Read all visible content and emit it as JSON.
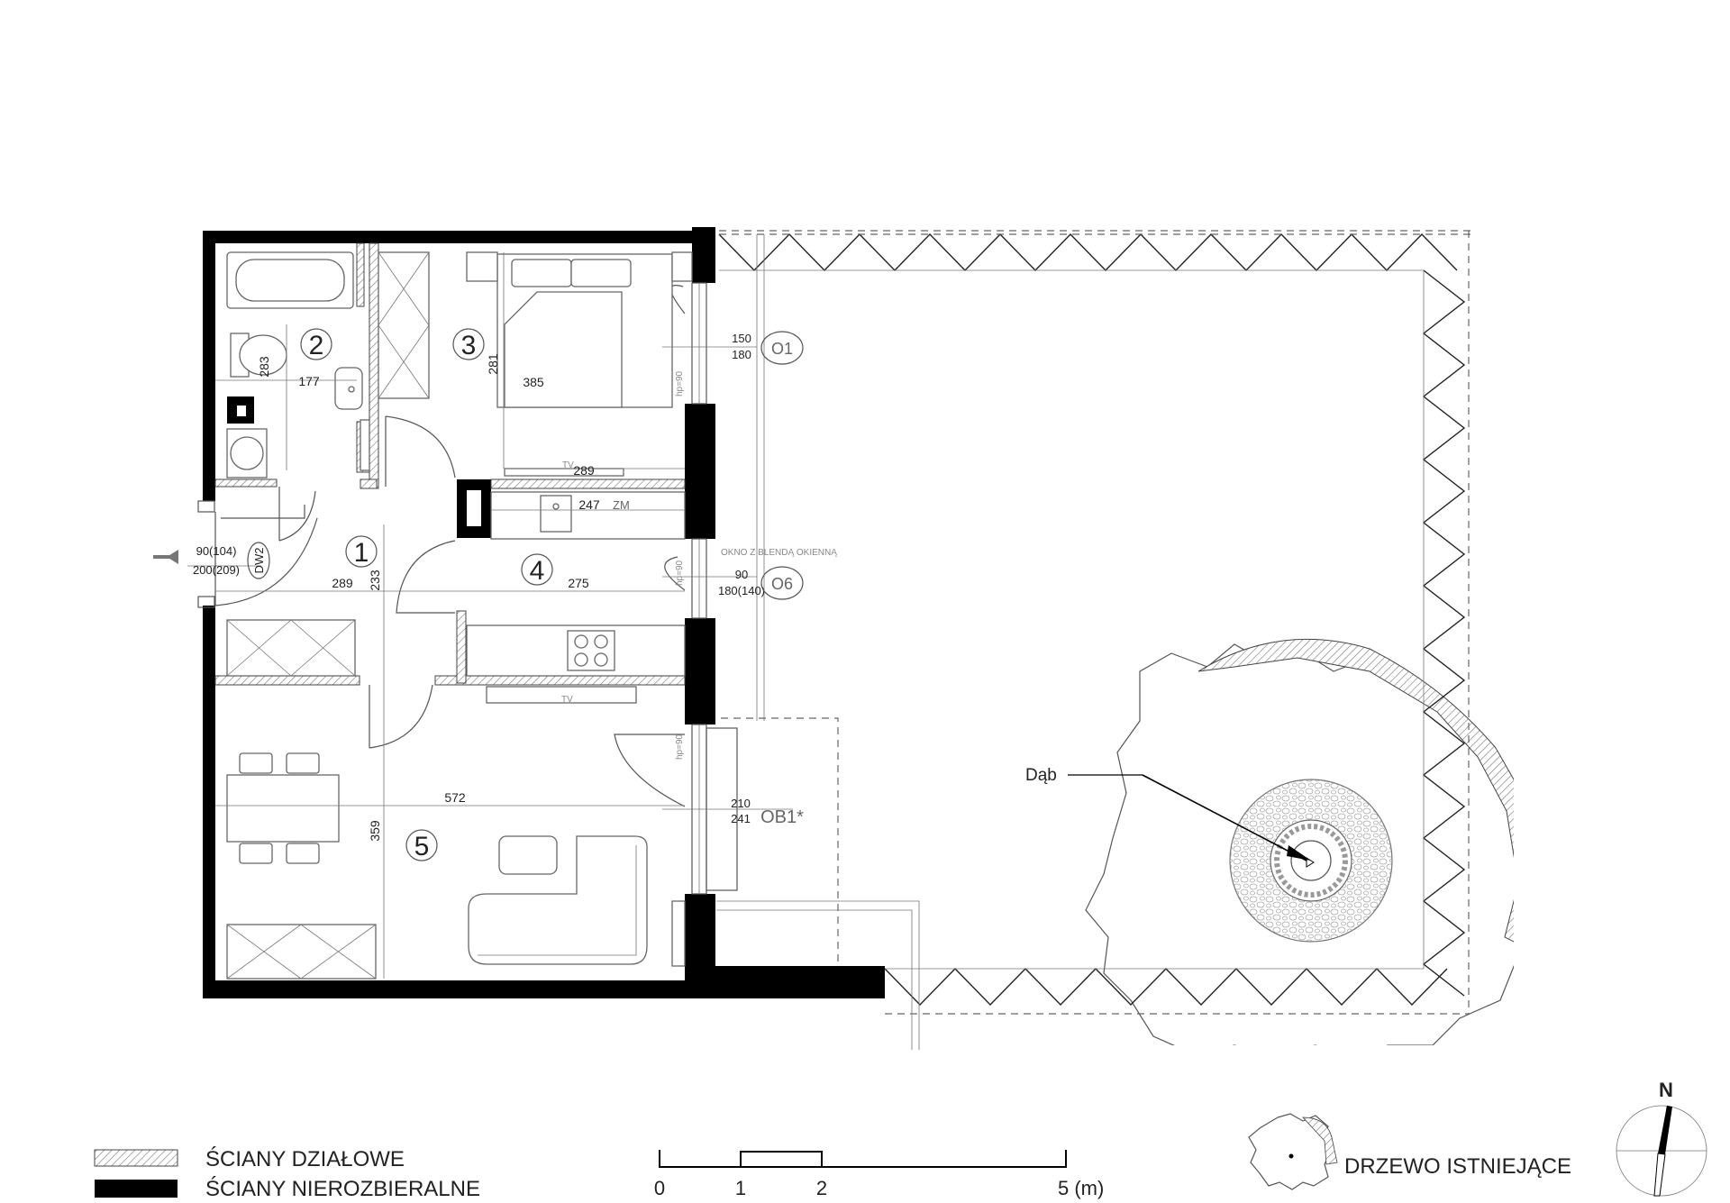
{
  "rooms": [
    {
      "number": "1",
      "width": "289",
      "depth": "233"
    },
    {
      "number": "2",
      "width": "177",
      "depth": "283"
    },
    {
      "number": "3",
      "width": "385",
      "depth": "281"
    },
    {
      "number": "4",
      "width": "275",
      "depth": "247",
      "note": "ZM"
    },
    {
      "number": "5",
      "width": "572",
      "depth": "359"
    }
  ],
  "bedroom_tv_width": "289",
  "tv_label": "TV",
  "windows": {
    "o1": {
      "code": "O1",
      "width": "150",
      "height": "180"
    },
    "o6": {
      "code": "O6",
      "width": "90",
      "height": "180(140)",
      "note": "OKNO Z BLENDĄ OKIENNĄ"
    },
    "ob1": {
      "code": "OB1*",
      "width": "210",
      "height": "241"
    },
    "dw2": {
      "code": "DW2",
      "width": "90(104)",
      "height": "200(209)"
    },
    "sill_label": "hp=90"
  },
  "tree_label": "Dąb",
  "legend": {
    "partition": "ŚCIANY DZIAŁOWE",
    "structural": "ŚCIANY NIEROZBIERALNE",
    "tree": "DRZEWO ISTNIEJĄCE"
  },
  "scale_bar": {
    "labels": [
      "0",
      "1",
      "2",
      "5 (m)"
    ]
  },
  "north_label": "N",
  "colors": {
    "wall": "#000000",
    "line": "#333333",
    "hatch": "#777777"
  }
}
